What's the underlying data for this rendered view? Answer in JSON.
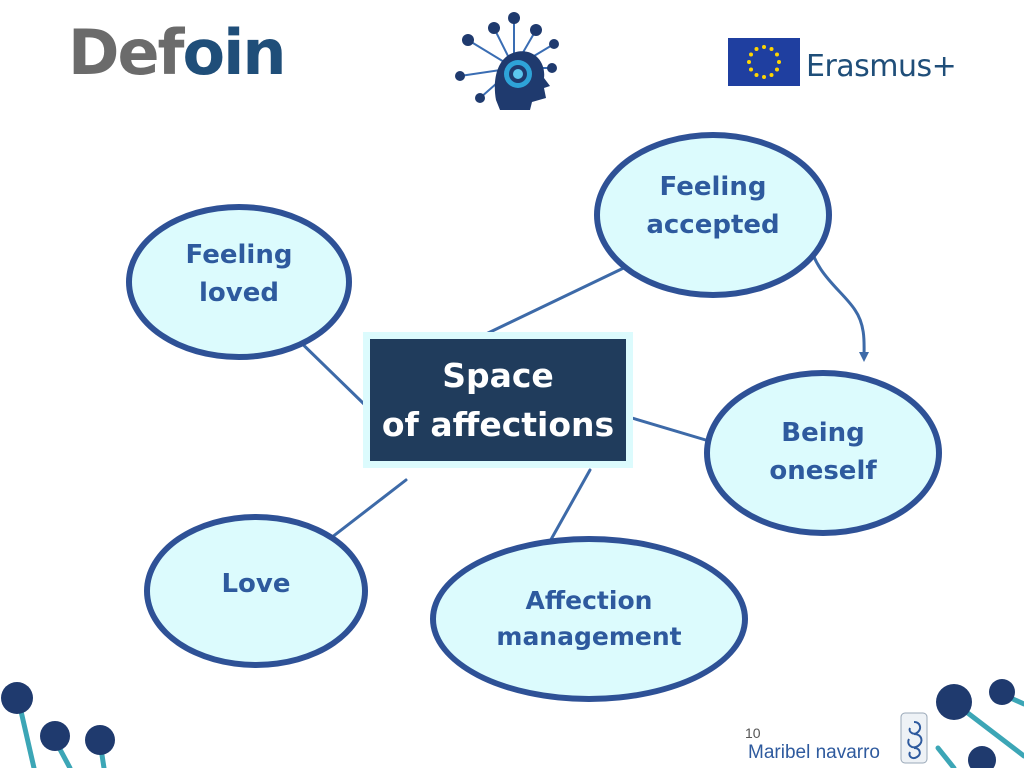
{
  "header": {
    "left_logo": {
      "text_main": "Def",
      "text_accent": "oin"
    },
    "right_logo": {
      "text": "Erasmus+"
    }
  },
  "diagram": {
    "center": {
      "line1": "Space",
      "line2": "of affections"
    },
    "nodes": [
      {
        "id": "feeling-loved",
        "line1": "Feeling",
        "line2": "loved"
      },
      {
        "id": "feeling-accepted",
        "line1": "Feeling",
        "line2": "accepted"
      },
      {
        "id": "being-oneself",
        "line1": "Being",
        "line2": "oneself"
      },
      {
        "id": "love",
        "line1": "Love",
        "line2": ""
      },
      {
        "id": "affection-management",
        "line1": "Affection",
        "line2": "management"
      }
    ]
  },
  "footer": {
    "page_number": "10",
    "author": "Maribel navarro"
  },
  "colors": {
    "bubble_fill": "#dcfbfd",
    "bubble_border": "#2e5196",
    "bubble_text": "#2e5a9e",
    "center_fill": "#203c5c",
    "center_text": "#ffffff",
    "connector": "#3d6aa8",
    "decor_dot": "#1f3a6e",
    "decor_line": "#3ca6b6"
  }
}
